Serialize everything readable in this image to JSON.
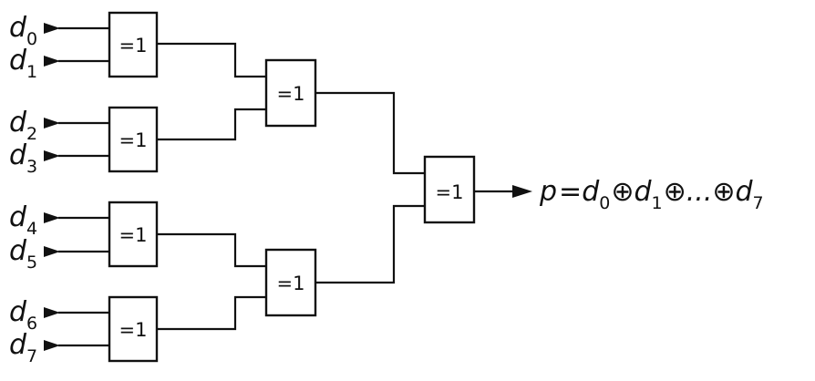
{
  "gate_symbol": "=1",
  "inputs": [
    {
      "name": "d",
      "index": "0"
    },
    {
      "name": "d",
      "index": "1"
    },
    {
      "name": "d",
      "index": "2"
    },
    {
      "name": "d",
      "index": "3"
    },
    {
      "name": "d",
      "index": "4"
    },
    {
      "name": "d",
      "index": "5"
    },
    {
      "name": "d",
      "index": "6"
    },
    {
      "name": "d",
      "index": "7"
    }
  ],
  "output": {
    "lhs": "p",
    "equals": "=",
    "d0": "d",
    "d0_index": "0",
    "op1": "⊕",
    "d1": "d",
    "d1_index": "1",
    "op2": "⊕",
    "ellipsis": "...",
    "op3": "⊕",
    "d7": "d",
    "d7_index": "7"
  }
}
